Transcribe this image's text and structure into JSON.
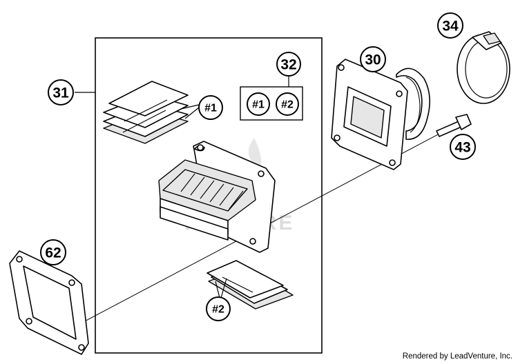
{
  "callouts": {
    "c31": "31",
    "c32": "32",
    "c30": "30",
    "c34": "34",
    "c43": "43",
    "c62": "62"
  },
  "kit_refs": {
    "r1_top": "#1",
    "r1_kit": "#1",
    "r2_kit": "#2",
    "r2_bottom": "#2"
  },
  "watermark": "VENTURE",
  "credit": "Rendered by LeadVenture, Inc."
}
